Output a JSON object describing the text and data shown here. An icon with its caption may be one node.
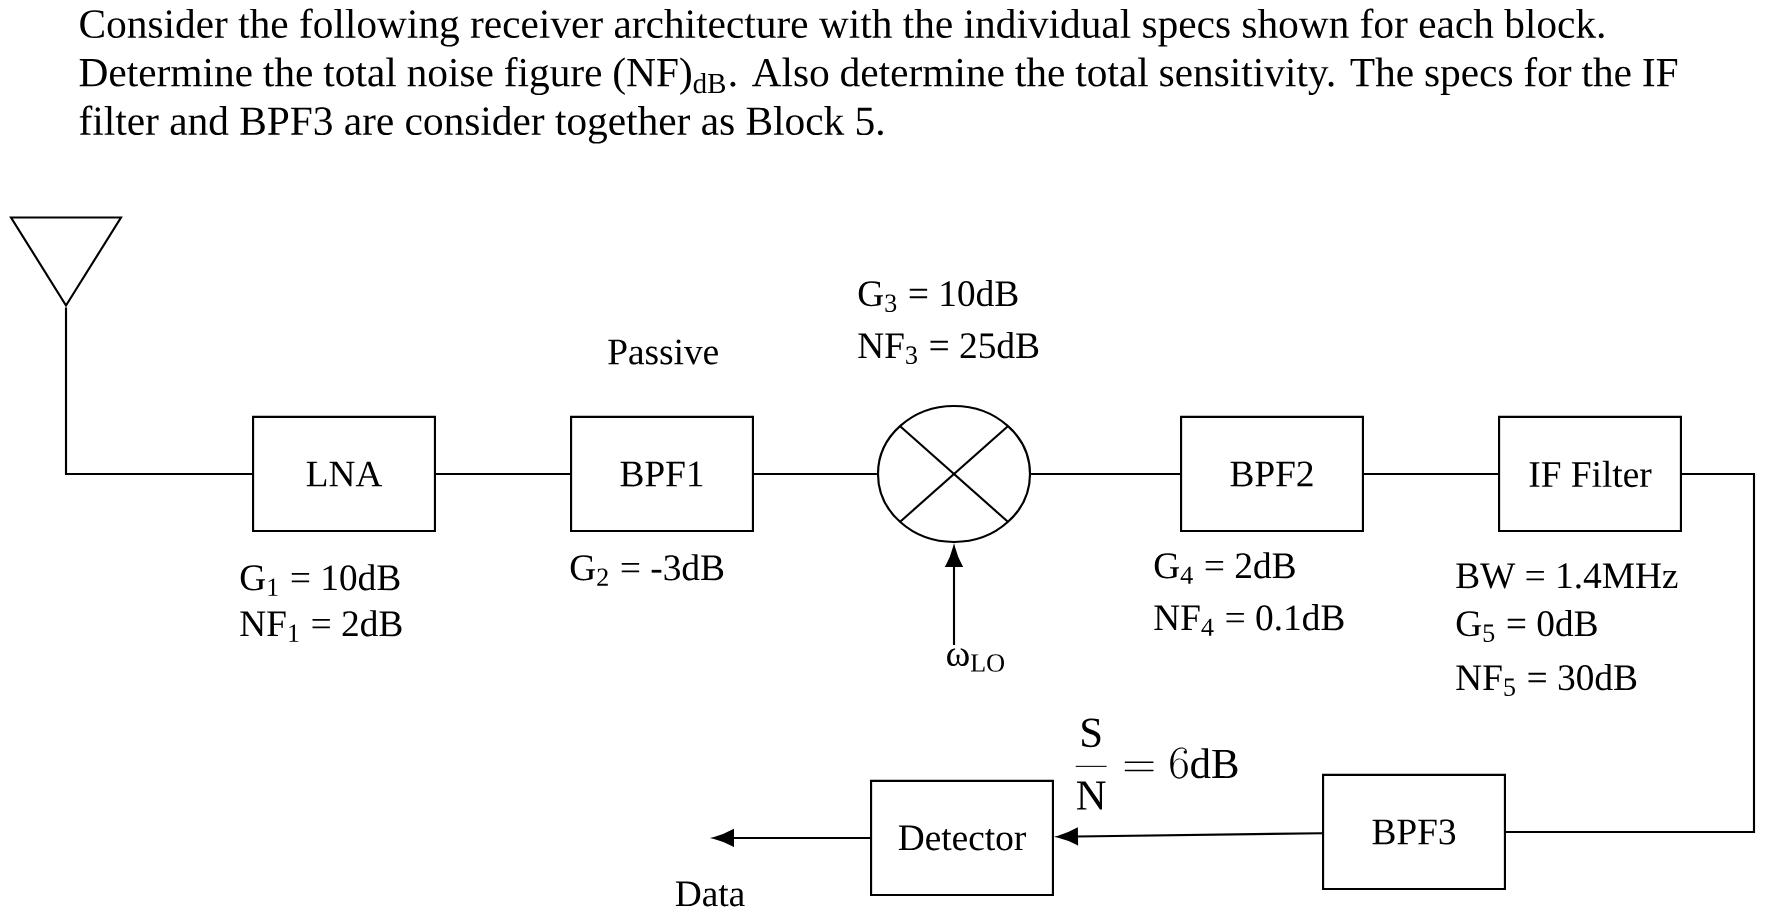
{
  "diagram": {
    "title": "Consider the following receiver architecture with the individual specs shown for each block. Determine the total noise figure (NF)$_{dB}$. Also determine the total sensitivity. The specs for the IF filter and BPF3 are consider together as Block 5.",
    "nodes": [
      {
        "text": [],
        "shape": "antenna"
      },
      {
        "text": [
          "LNA"
        ],
        "beside": [
          "G$_{1}$ = 10dB",
          "NF$_{1}$ = 2dB"
        ]
      },
      {
        "text": [
          "BPF1"
        ],
        "beside": [
          "Passive",
          "G$_{2}$ = -3dB"
        ]
      },
      {
        "text": [],
        "shape": "circle",
        "beside": [
          "G$_{3}$ = 10dB",
          "NF$_{3}$ = 25dB"
        ]
      },
      {
        "text": [
          "BPF2"
        ],
        "beside": [
          "G$_{4}$ = 2dB",
          "NF$_{4}$ = 0.1dB"
        ]
      },
      {
        "text": [
          "IF Filter"
        ],
        "beside": [
          "BW = 1.4MHz",
          "G$_{5}$ = 0dB",
          "NF$_{5}$ = 30dB"
        ]
      },
      {
        "text": [
          "BPF3"
        ]
      },
      {
        "text": [
          "Detector"
        ]
      },
      {
        "text": [
          "ω$_{LO}$"
        ]
      },
      {
        "text": [
          "Data"
        ]
      }
    ],
    "edges": [
      {
        "from": 0,
        "to": 1,
        "arrow": "none"
      },
      {
        "from": 1,
        "to": 2,
        "arrow": "none"
      },
      {
        "from": 2,
        "to": 3,
        "arrow": "none"
      },
      {
        "from": 3,
        "to": 4,
        "arrow": "none"
      },
      {
        "from": 4,
        "to": 5,
        "arrow": "none"
      },
      {
        "from": 5,
        "to": 6,
        "arrow": "none"
      },
      {
        "from": 6,
        "to": 7,
        "arrow": "to",
        "label": "\\frac{\\mathrm{S}}{\\mathrm{N}} = 6\\mathrm{dB}"
      },
      {
        "from": 7,
        "to": 9,
        "arrow": "to"
      },
      {
        "from": 8,
        "to": 3,
        "arrow": "to"
      }
    ]
  }
}
